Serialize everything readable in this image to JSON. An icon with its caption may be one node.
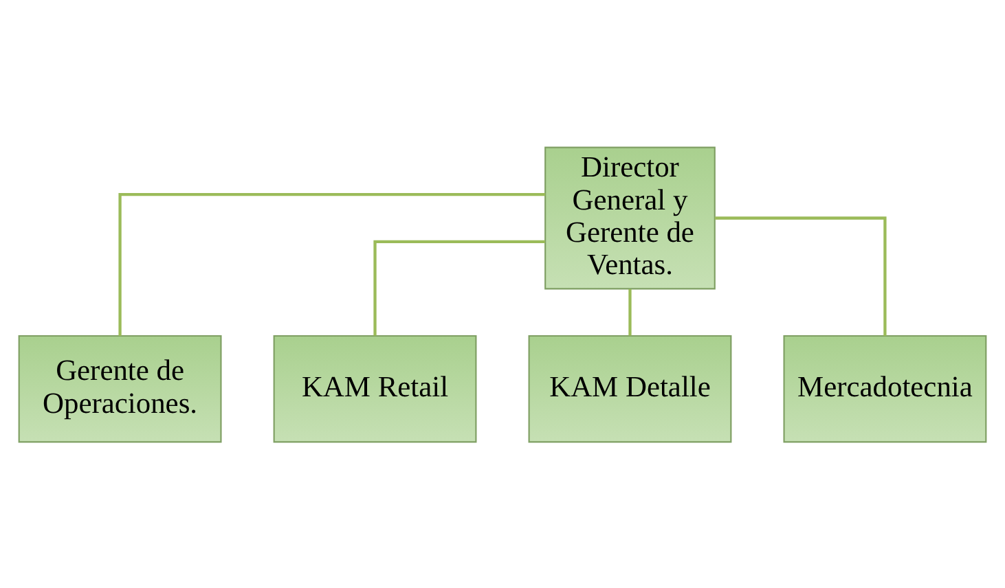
{
  "diagram": {
    "nodes": [
      {
        "text": [
          "Director General y Gerente de Ventas."
        ]
      },
      {
        "text": [
          "Gerente de Operaciones."
        ]
      },
      {
        "text": [
          "KAM Retail"
        ]
      },
      {
        "text": [
          "KAM Detalle"
        ]
      },
      {
        "text": [
          "Mercadotecnia"
        ]
      }
    ],
    "edges": [
      {
        "from": 0,
        "to": 1,
        "arrow": "none"
      },
      {
        "from": 0,
        "to": 2,
        "arrow": "none"
      },
      {
        "from": 0,
        "to": 3,
        "arrow": "none"
      },
      {
        "from": 0,
        "to": 4,
        "arrow": "none"
      }
    ]
  }
}
